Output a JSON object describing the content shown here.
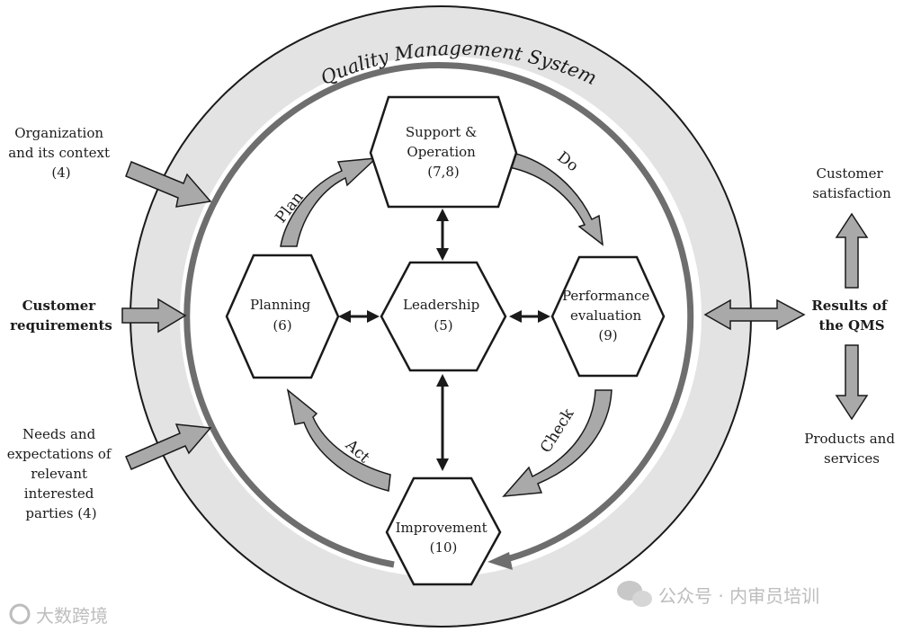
{
  "title": "Quality Management System",
  "hexagons": {
    "support": [
      "Support &",
      "Operation",
      "(7,8)"
    ],
    "planning": [
      "Planning",
      "(6)"
    ],
    "leadership": [
      "Leadership",
      "(5)"
    ],
    "performance": [
      "Performance",
      "evaluation",
      "(9)"
    ],
    "improvement": [
      "Improvement",
      "(10)"
    ]
  },
  "phases": {
    "plan": "Plan",
    "do": "Do",
    "check": "Check",
    "act": "Act"
  },
  "inputs": {
    "context": [
      "Organization",
      "and its context",
      "(4)"
    ],
    "customer": [
      "Customer",
      "requirements"
    ],
    "needs": [
      "Needs and",
      "expectations of",
      "relevant",
      "interested",
      "parties (4)"
    ]
  },
  "outputs": {
    "results": [
      "Results of",
      "the QMS"
    ],
    "satisfaction": [
      "Customer",
      "satisfaction"
    ],
    "products": [
      "Products and",
      "services"
    ]
  },
  "watermarks": {
    "left": "大数跨境",
    "right": "公众号 · 内审员培训"
  },
  "colors": {
    "outer_fill": "#e3e3e3",
    "ring": "#6e6e6e",
    "arrow_fill": "#a9a9a9",
    "line": "#1a1a1a"
  }
}
